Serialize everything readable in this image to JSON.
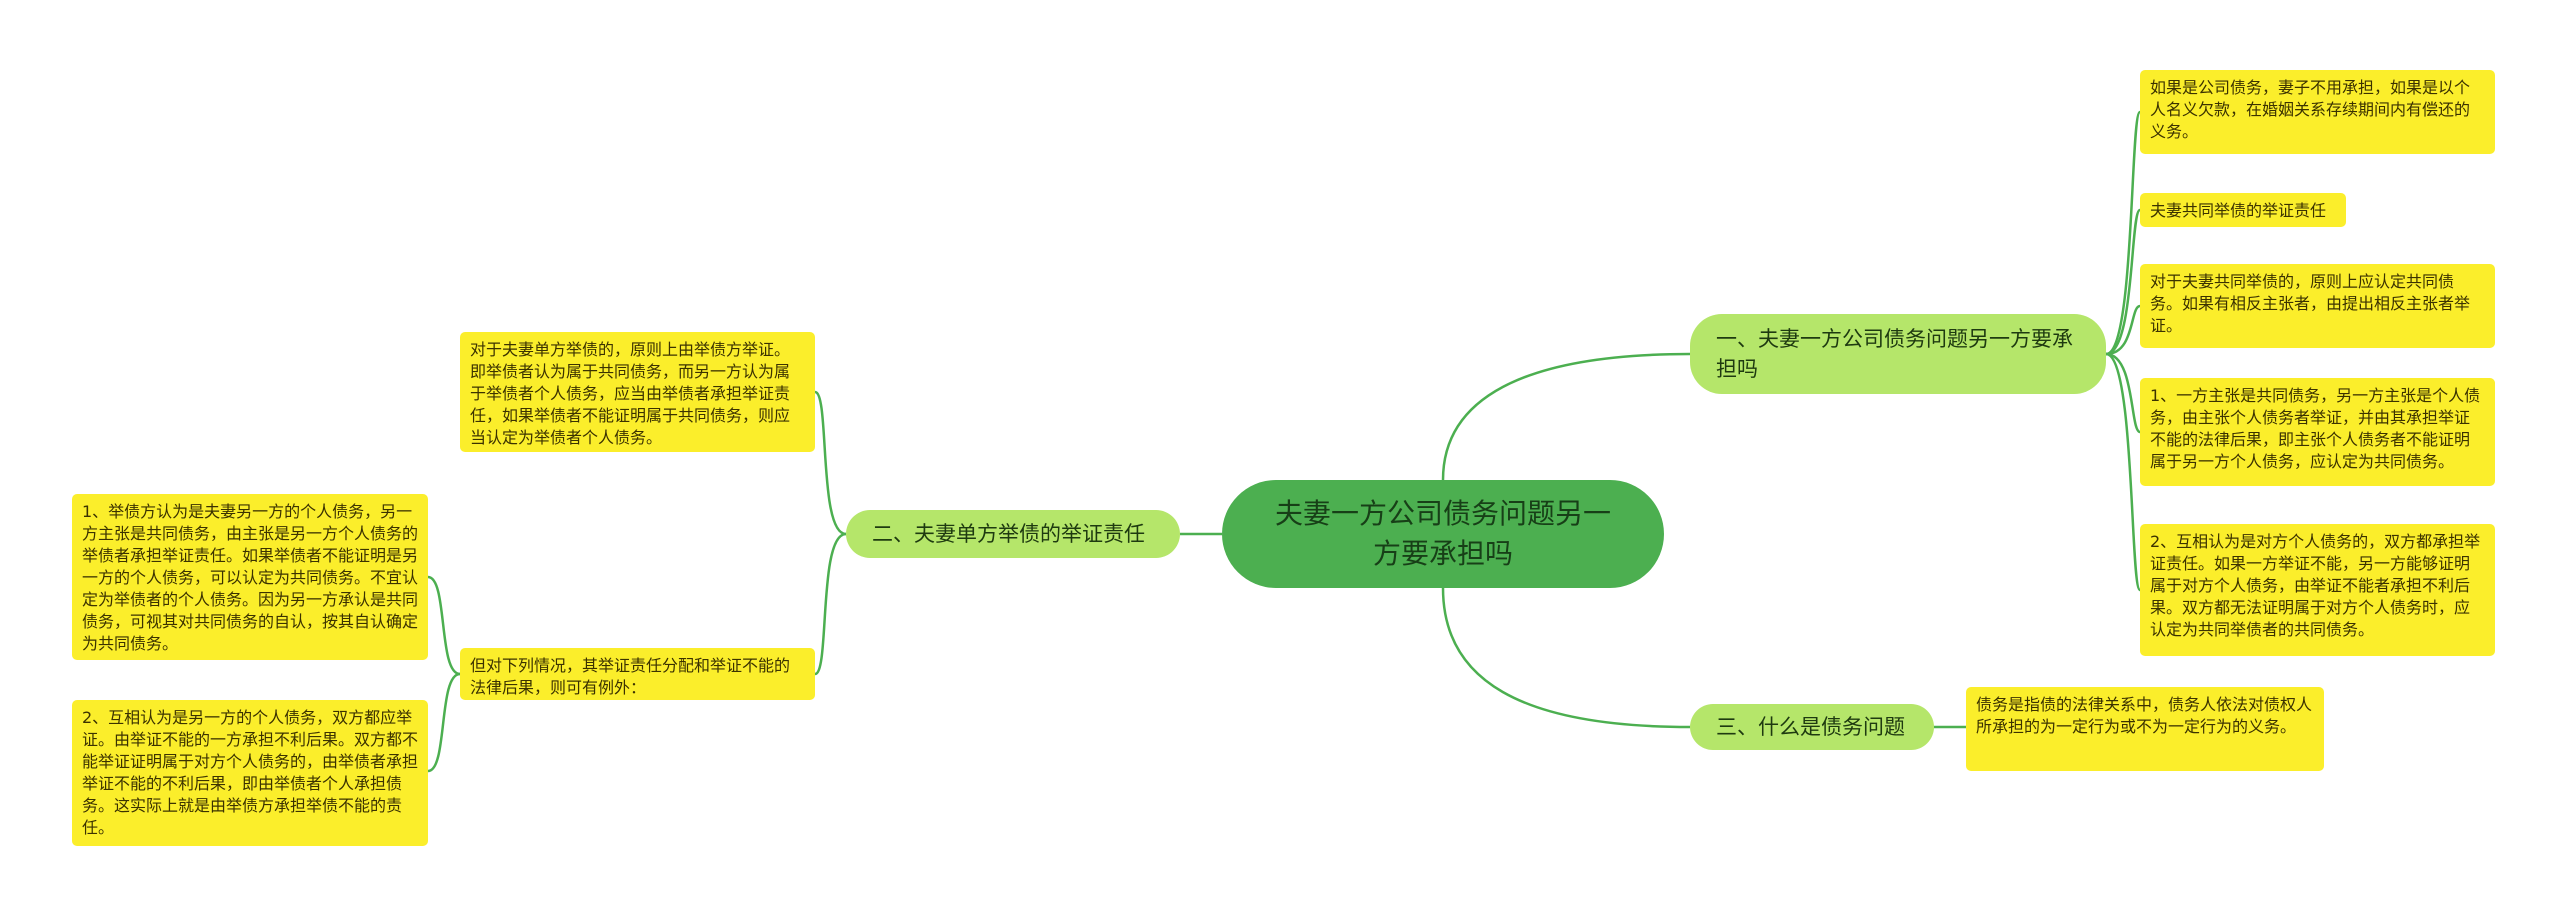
{
  "mindmap": {
    "root": "夫妻一方公司债务问题另一方要承担吗",
    "branch1": {
      "title": "一、夫妻一方公司债务问题另一方要承担吗",
      "items": [
        "如果是公司债务，妻子不用承担，如果是以个人名义欠款，在婚姻关系存续期间内有偿还的义务。",
        "夫妻共同举债的举证责任",
        "对于夫妻共同举债的，原则上应认定共同债务。如果有相反主张者，由提出相反主张者举证。",
        "1、一方主张是共同债务，另一方主张是个人债务，由主张个人债务者举证，并由其承担举证不能的法律后果，即主张个人债务者不能证明属于另一方个人债务，应认定为共同债务。",
        "2、互相认为是对方个人债务的，双方都承担举证责任。如果一方举证不能，另一方能够证明属于对方个人债务，由举证不能者承担不利后果。双方都无法证明属于对方个人债务时，应认定为共同举债者的共同债务。"
      ]
    },
    "branch2": {
      "title": "二、夫妻单方举债的举证责任",
      "items": [
        "对于夫妻单方举债的，原则上由举债方举证。即举债者认为属于共同债务，而另一方认为属于举债者个人债务，应当由举债者承担举证责任，如果举债者不能证明属于共同债务，则应当认定为举债者个人债务。",
        "但对下列情况，其举证责任分配和举证不能的法律后果，则可有例外："
      ],
      "sub_items": [
        "1、举债方认为是夫妻另一方的个人债务，另一方主张是共同债务，由主张是另一方个人债务的举债者承担举证责任。如果举债者不能证明是另一方的个人债务，可以认定为共同债务。不宜认定为举债者的个人债务。因为另一方承认是共同债务，可视其对共同债务的自认，按其自认确定为共同债务。",
        "2、互相认为是另一方的个人债务，双方都应举证。由举证不能的一方承担不利后果。双方都不能举证证明属于对方个人债务的，由举债者承担举证不能的不利后果，即由举债者个人承担债务。这实际上就是由举债方承担举债不能的责任。"
      ]
    },
    "branch3": {
      "title": "三、什么是债务问题",
      "items": [
        "债务是指债的法律关系中，债务人依法对债权人所承担的为一定行为或不为一定行为的义务。"
      ]
    },
    "colors": {
      "root": "#4caf50",
      "branch": "#b5e66a",
      "leaf": "#fbee2b",
      "line": "#4caf50"
    }
  }
}
